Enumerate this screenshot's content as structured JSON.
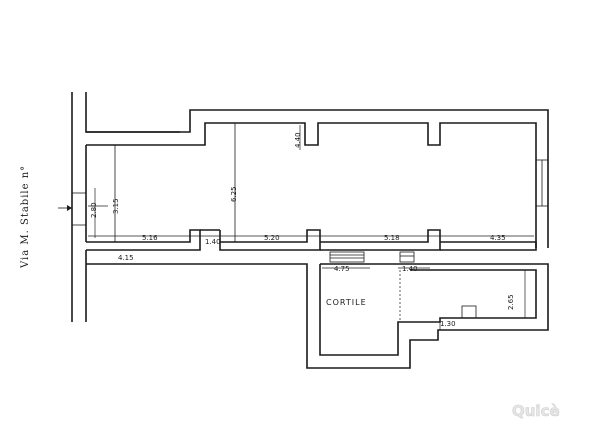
{
  "street_label": "Via M. Stabile n°",
  "courtyard_label": "CORTILE",
  "dimensions": {
    "entrance_width": "2.80",
    "left_room_depth": "3.15",
    "central_depth": "6.25",
    "upper_right_mark": "4.40",
    "segment_1": "5.16",
    "segment_2": "5.20",
    "segment_3": "5.18",
    "segment_4": "4.35",
    "small_gap": "1.40",
    "lower_left_wall": "4.15",
    "courtyard_left": "4.75",
    "courtyard_mid": "1.40",
    "courtyard_right_height": "2.65",
    "courtyard_bottom": "1.30"
  },
  "watermark": "Quicè"
}
